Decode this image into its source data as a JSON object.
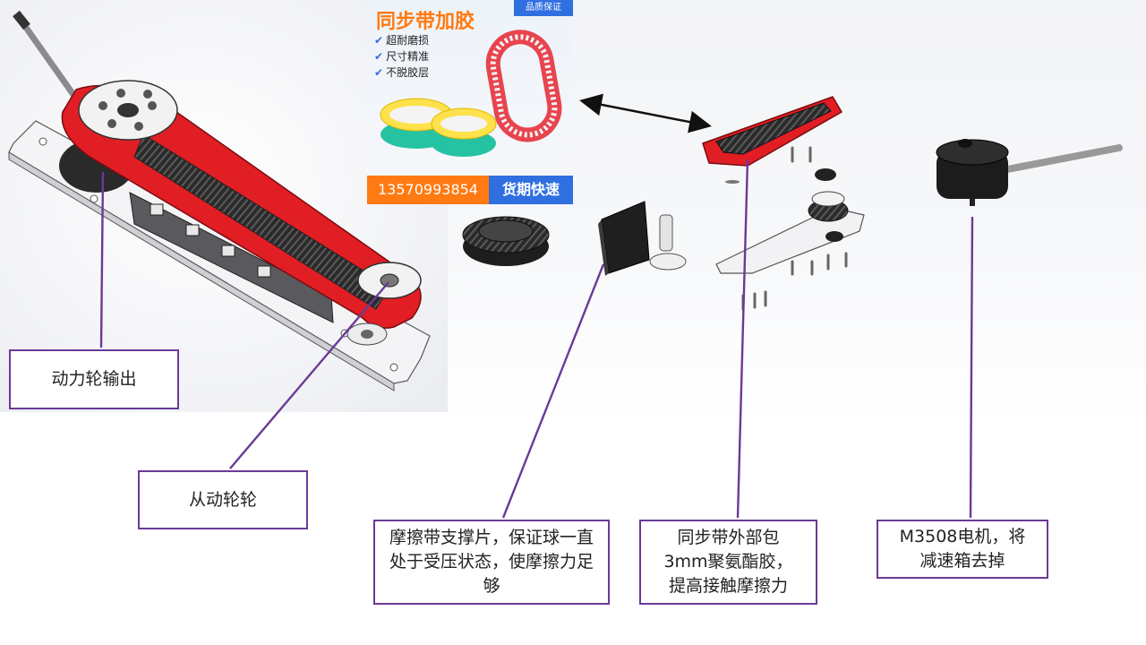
{
  "ad": {
    "title": "同步带加胶",
    "tag": "品质保证",
    "features": [
      "超耐磨损",
      "尺寸精准",
      "不脱胶层"
    ],
    "phone": "13570993854",
    "delivery": "货期快速",
    "check_icon": "check-icon"
  },
  "callouts": {
    "drive_wheel": "动力轮输出",
    "driven_wheel": "从动轮轮",
    "support_plate": "摩擦带支撑片，保证球一直处于受压状态，使摩擦力足够",
    "belt_coating": "同步带外部包3mm聚氨酯胶，提高接触摩擦力",
    "motor": "M3508电机，将减速箱去掉"
  },
  "colors": {
    "callout_border": "#6a3a97",
    "belt_red": "#e01e24",
    "ad_orange": "#ff7a12",
    "ad_blue": "#2f6fe0"
  }
}
